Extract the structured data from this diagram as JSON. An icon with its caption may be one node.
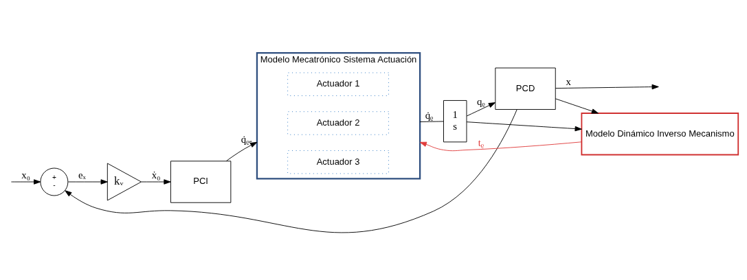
{
  "diagram": {
    "nodes": [
      {
        "text": [
          "+",
          "-"
        ]
      },
      {
        "text": [
          "kᵥ"
        ]
      },
      {
        "text": [
          "PCI"
        ]
      },
      {
        "text": [
          "Modelo Mecatrónico Sistema Actuación"
        ]
      },
      {
        "text": [
          "Actuador 1"
        ],
        "in": 3
      },
      {
        "text": [
          "Actuador 2"
        ],
        "in": 3
      },
      {
        "text": [
          "Actuador 3"
        ],
        "in": 3
      },
      {
        "text": [
          "1",
          "s"
        ]
      },
      {
        "text": [
          "PCD"
        ]
      },
      {
        "text": [
          "Modelo Dinámico Inverso Mecanismo"
        ]
      }
    ],
    "edges": [
      {
        "from": null,
        "to": 0,
        "arrow": "to",
        "label": "x₀"
      },
      {
        "from": 0,
        "to": 1,
        "arrow": "to",
        "label": "eₓ"
      },
      {
        "from": 1,
        "to": 2,
        "arrow": "to",
        "label": "ẋ₀"
      },
      {
        "from": 2,
        "to": 3,
        "arrow": "to",
        "label": "q̇ᵨₑ"
      },
      {
        "from": 3,
        "to": 7,
        "arrow": "none",
        "label": "q̇ᵨ"
      },
      {
        "from": 7,
        "to": 8,
        "arrow": "to",
        "label": "qᵨ"
      },
      {
        "from": 8,
        "to": null,
        "arrow": "to",
        "label": "x"
      },
      {
        "from": 7,
        "to": 9,
        "arrow": "to"
      },
      {
        "from": 8,
        "to": 9,
        "arrow": "to"
      },
      {
        "from": 9,
        "to": 3,
        "arrow": "to",
        "label": "tᵨ",
        "color": "#e03c3c"
      },
      {
        "from": 8,
        "to": 0,
        "arrow": "to"
      }
    ]
  }
}
